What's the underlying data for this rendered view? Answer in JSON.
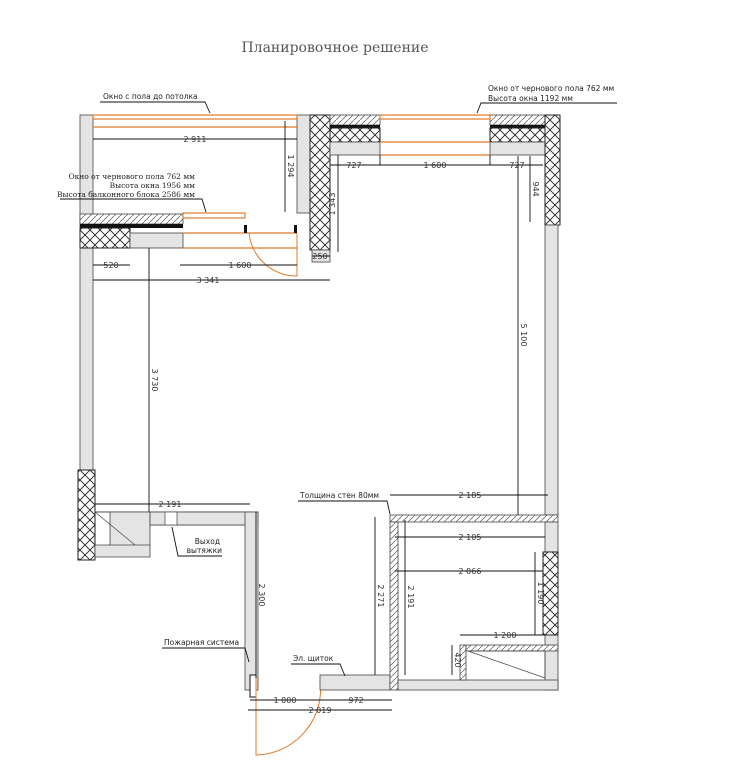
{
  "title": "Планировочное решение",
  "annotations": {
    "window_floor_ceiling": "Окно с пола до потолка",
    "balcony_line1": "Окно от чернового пола 762 мм",
    "balcony_line2": "Высота окна 1956 мм",
    "balcony_line3": "Высота балконного блока 2586 мм",
    "right_window_line1": "Окно от чернового пола 762 мм",
    "right_window_line2": "Высота окна 1192 мм",
    "wall_thickness": "Толщина стен 80мм",
    "vent_line1": "Выход",
    "vent_line2": "вытяжки",
    "fire_system": "Пожарная система",
    "electric_panel": "Эл. щиток"
  },
  "dimensions": {
    "top_width": "2 911",
    "top_right_wall": "1 294",
    "column_height": "1 343",
    "win_left": "727",
    "win_center": "1 600",
    "win_right": "727",
    "right_top": "944",
    "right_height": "5 100",
    "column_width": "250",
    "balcony_left": "520",
    "balcony_door": "1 600",
    "left_width": "3 341",
    "left_height": "3 730",
    "vent_width": "2 191",
    "corridor_height": "2 300",
    "bath_outer_width": "2 185",
    "bath_outer_height": "2 271",
    "bath_inner_height": "2 191",
    "bath_width_1": "2 105",
    "bath_width_2": "2 066",
    "bath_column": "1 190",
    "bath_niche": "1 200",
    "bath_step": "420",
    "entry_door": "1 000",
    "entry_right": "972",
    "entry_total": "2 019"
  }
}
